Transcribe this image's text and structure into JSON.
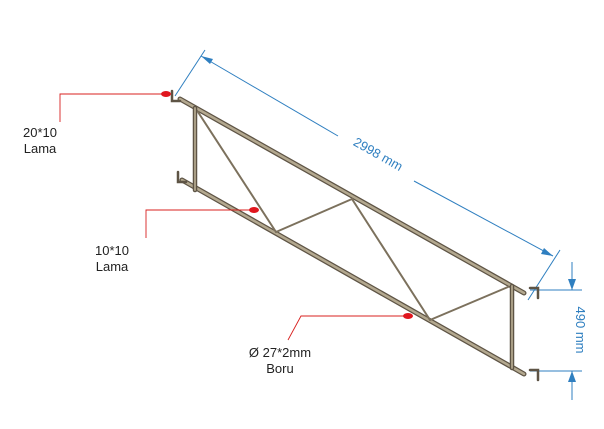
{
  "labels": {
    "flat_bar_top": {
      "line1": "20*10",
      "line2": "Lama"
    },
    "flat_bar_middle": {
      "line1": "10*10",
      "line2": "Lama"
    },
    "pipe": {
      "line1": "Ø 27*2mm",
      "line2": "Boru"
    }
  },
  "dimensions": {
    "length": "2998 mm",
    "height": "490 mm"
  },
  "colors": {
    "frame": "#8c806c",
    "frame_dark": "#5e5445",
    "dimension": "#2f7fc0",
    "leader": "#d8201f",
    "marker": "#e0161e"
  }
}
